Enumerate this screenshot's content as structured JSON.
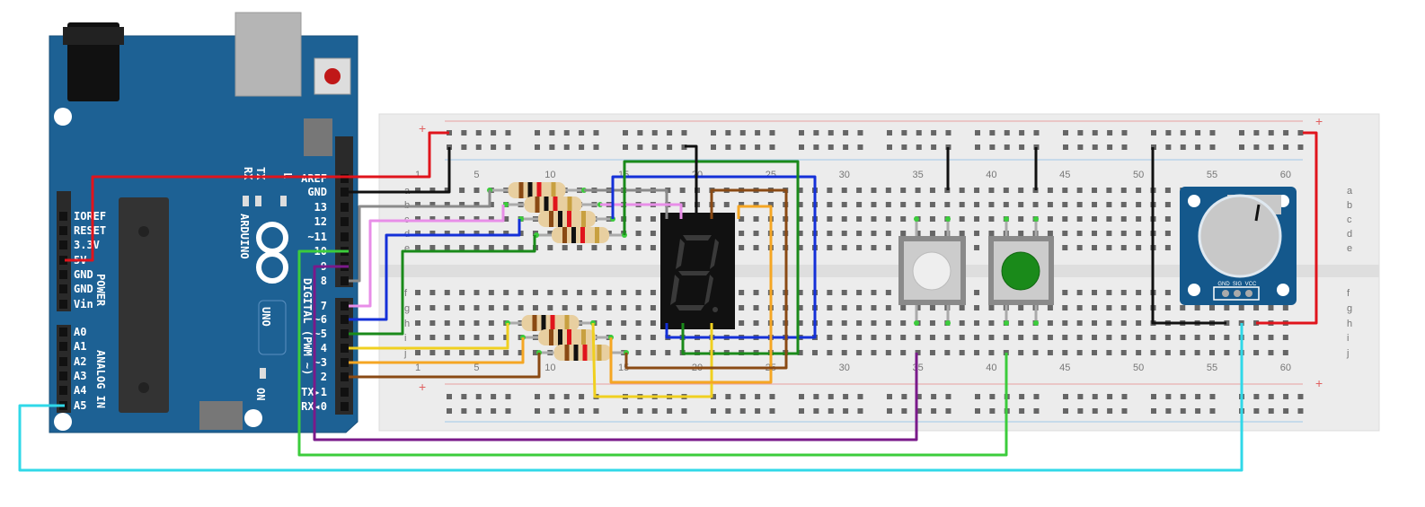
{
  "arduino": {
    "brand": "ARDUINO",
    "model": "UNO",
    "digital_label": "DIGITAL (PWM ~)",
    "power_label": "POWER",
    "analog_label": "ANALOG IN",
    "on_label": "ON",
    "tx_led": "TX",
    "rx_led": "RX",
    "l_led": "L",
    "digital_pins": [
      "AREF",
      "GND",
      "13",
      "12",
      "~11",
      "~10",
      "~9",
      "8",
      "7",
      "~6",
      "~5",
      "4",
      "~3",
      "2",
      "TX▸1",
      "RX◂0"
    ],
    "power_pins": [
      "IOREF",
      "RESET",
      "3.3V",
      "5V",
      "GND",
      "GND",
      "Vin"
    ],
    "analog_pins": [
      "A0",
      "A1",
      "A2",
      "A3",
      "A4",
      "A5"
    ],
    "board_color": "#1d6194"
  },
  "breadboard": {
    "column_numbers": [
      "1",
      "5",
      "10",
      "15",
      "20",
      "25",
      "30",
      "35",
      "40",
      "45",
      "50",
      "55",
      "60"
    ],
    "row_letters_top": [
      "a",
      "b",
      "c",
      "d",
      "e"
    ],
    "row_letters_bottom": [
      "f",
      "g",
      "h",
      "i",
      "j"
    ],
    "rail_plus": "+",
    "rail_minus": "-"
  },
  "potentiometer": {
    "pins": [
      "GND",
      "SIG",
      "VCC"
    ]
  },
  "buttons": [
    {
      "cap_color": "#ffffff"
    },
    {
      "cap_color": "#1a8a1a"
    }
  ],
  "wire_colors": {
    "power": "#e0141c",
    "ground": "#111111",
    "pin8": "#8a8a8a",
    "pin7": "#e88ee8",
    "pin6": "#1430d8",
    "pin5": "#1a8a1a",
    "pin4": "#f0d020",
    "pin3": "#f5a623",
    "pin2": "#8a4a14",
    "pin9": "#7a1a8a",
    "pin10": "#3ccc3c",
    "a5": "#30d8e8"
  }
}
